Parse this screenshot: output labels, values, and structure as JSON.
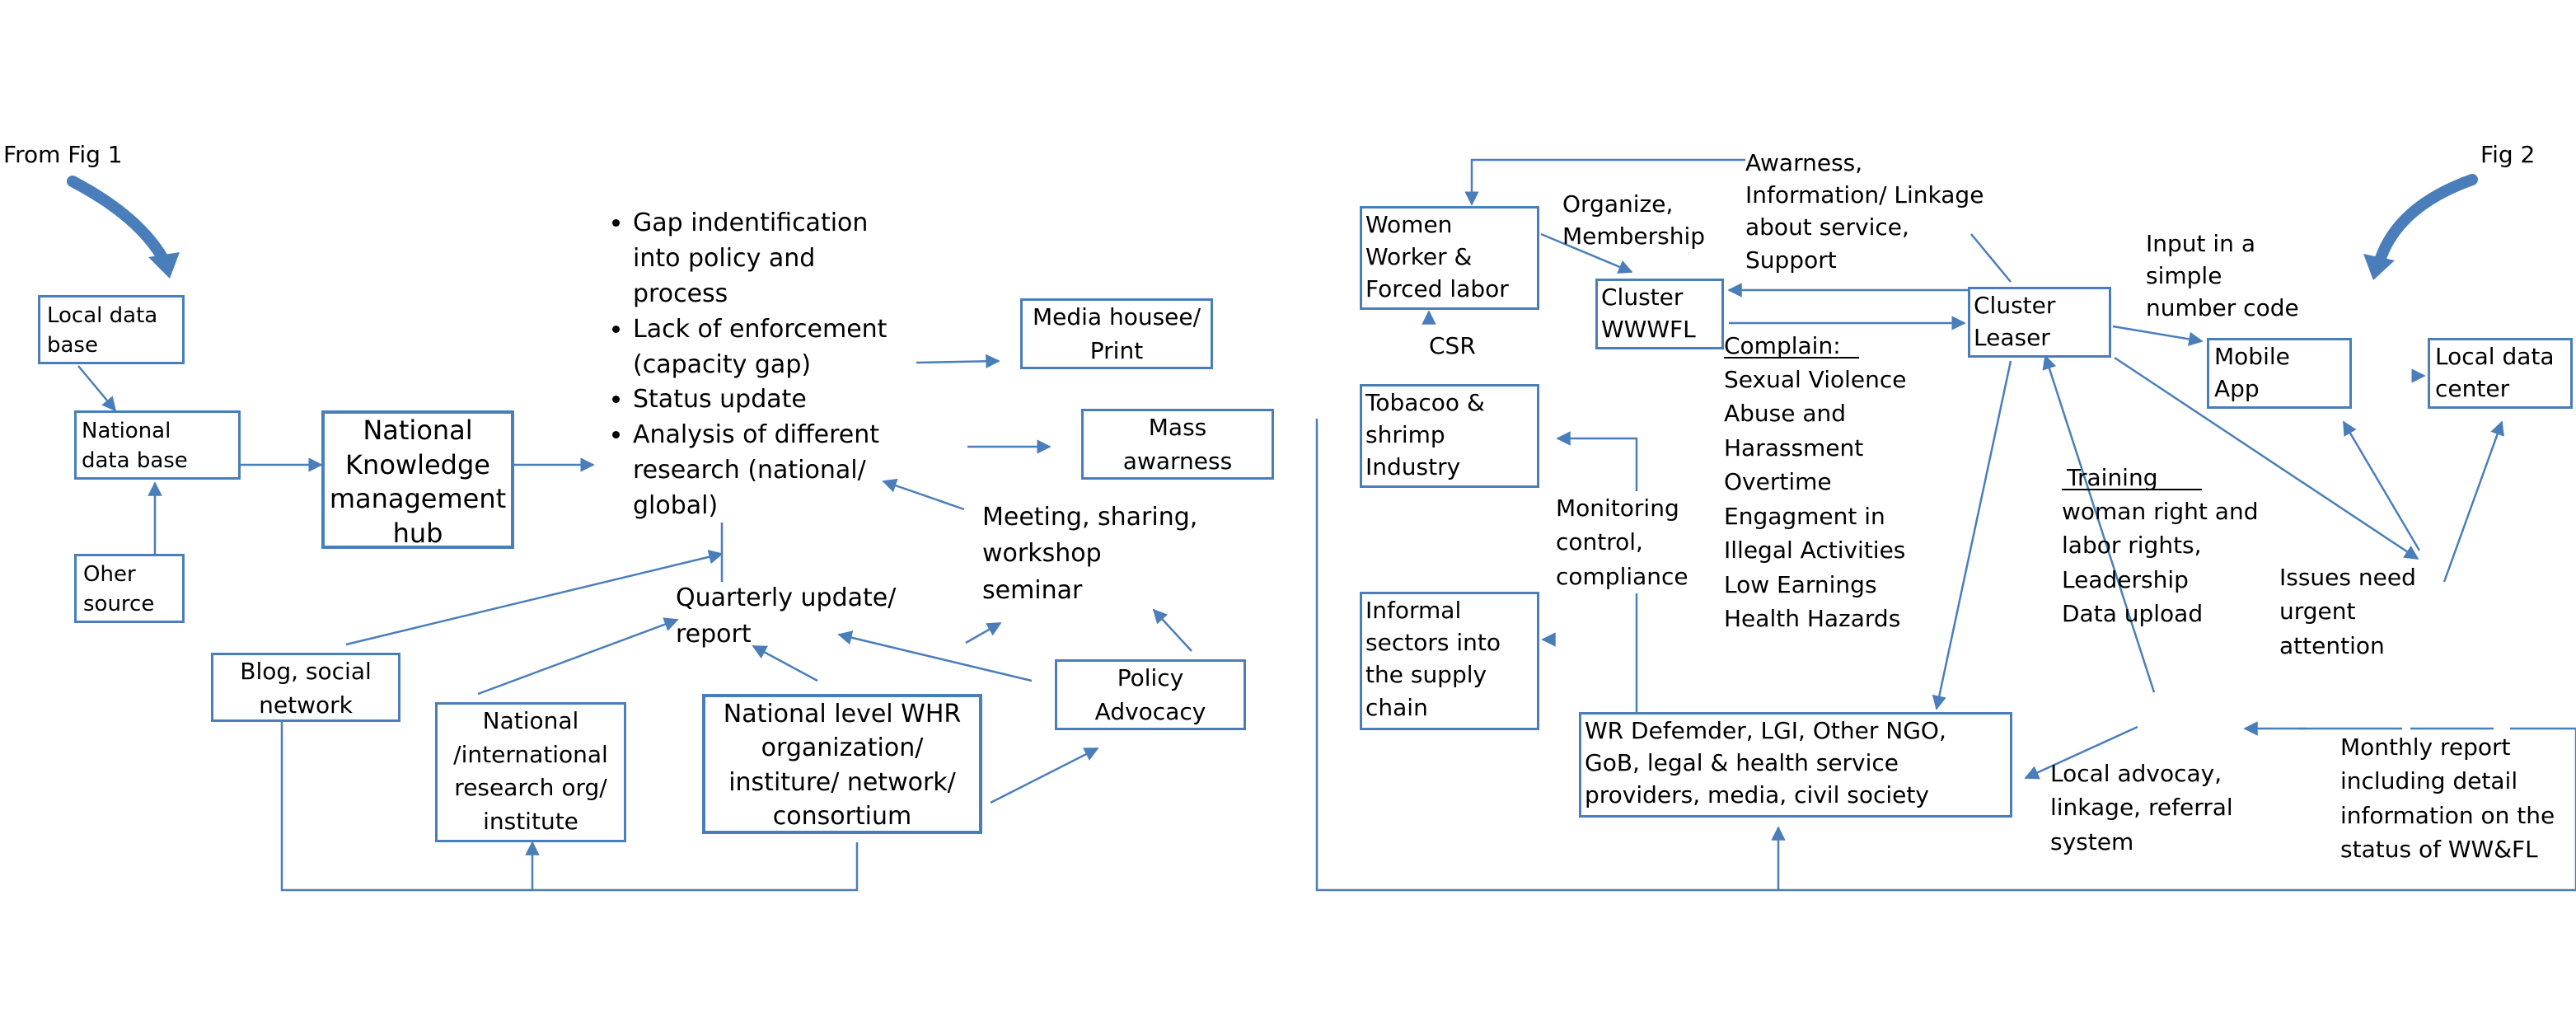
{
  "colors": {
    "line": "#4a7ebb",
    "text": "#000000"
  },
  "fig1": {
    "from_label": "From Fig 1",
    "local_db": "Local data\nbase",
    "national_db": "National\ndata base",
    "other_source": "Oher\nsource",
    "hub": "National\nKnowledge\nmanagement\nhub",
    "bullets": [
      "Gap indentification\ninto policy and\nprocess",
      "Lack of enforcement\n(capacity gap)",
      "Status update",
      "Analysis of different\nresearch (national/\nglobal)"
    ],
    "media": "Media housee/\nPrint",
    "mass": "Mass\nawarness",
    "meeting": "Meeting, sharing,\nworkshop\nseminar",
    "quarterly": "Quarterly update/\nreport",
    "blog": "Blog, social\nnetwork",
    "research_org": "National\n/international\nresearch org/\ninstitute",
    "whr_org": "National level WHR\norganization/\ninstiture/ network/\nconsortium",
    "policy": "Policy\nAdvocacy"
  },
  "fig2": {
    "fig_label": "Fig 2",
    "women": "Women\nWorker &\nForced labor",
    "organize": "Organize,\nMembership",
    "awareness": "Awarness,\nInformation/ Linkage\nabout service,\nSupport",
    "cluster_wwwfl": "Cluster\nWWWFL",
    "cluster_leaser": "Cluster\nLeaser",
    "input": "Input in a\nsimple\nnumber code",
    "mobile": "Mobile\nApp",
    "local_center": "Local data\ncenter",
    "csr": "CSR",
    "tobacco": "Tobacoo &\nshrimp\nIndustry",
    "complain_title": "Complain:",
    "complain_items": "Sexual Violence\nAbuse and\nHarassment\nOvertime\nEngagment in\nIllegal Activities\nLow Earnings\nHealth Hazards",
    "monitoring": "Monitoring\ncontrol,\ncompliance",
    "training_title": "Training",
    "training_items": "woman right and\nlabor rights,\nLeadership\nData upload",
    "issues": "Issues need\nurgent\nattention",
    "informal": "Informal\nsectors into\nthe supply\nchain",
    "wr_defender": "WR Defemder, LGI, Other NGO,\nGoB, legal & health service\nproviders,  media, civil society",
    "local_advocacy": "Local advocay,\nlinkage, referral\nsystem",
    "monthly": "Monthly report\nincluding detail\ninformation on the\nstatus  of WW&FL"
  }
}
